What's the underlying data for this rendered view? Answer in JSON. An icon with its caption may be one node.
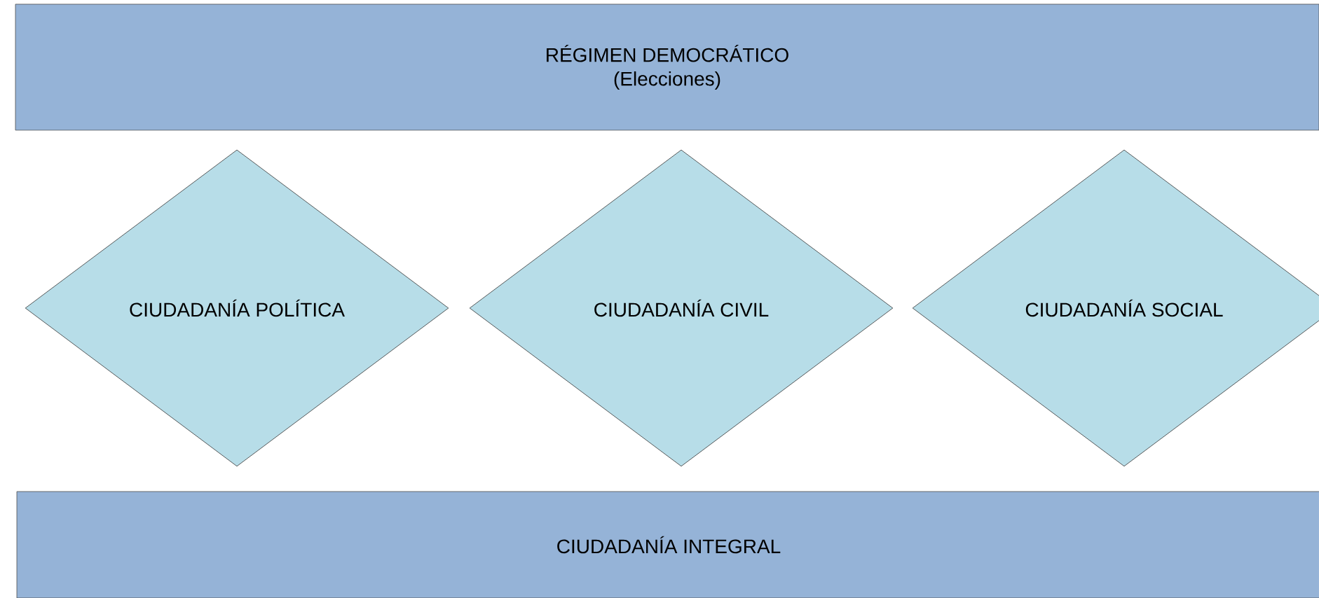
{
  "diagram": {
    "nodes": [
      {
        "text": [
          "RÉGIMEN DEMOCRÁTICO",
          "(Elecciones)"
        ]
      },
      {
        "text": [
          "CIUDADANÍA POLÍTICA"
        ]
      },
      {
        "text": [
          "CIUDADANÍA CIVIL"
        ]
      },
      {
        "text": [
          "CIUDADANÍA SOCIAL"
        ]
      },
      {
        "text": [
          "CIUDADANÍA INTEGRAL"
        ]
      }
    ]
  }
}
